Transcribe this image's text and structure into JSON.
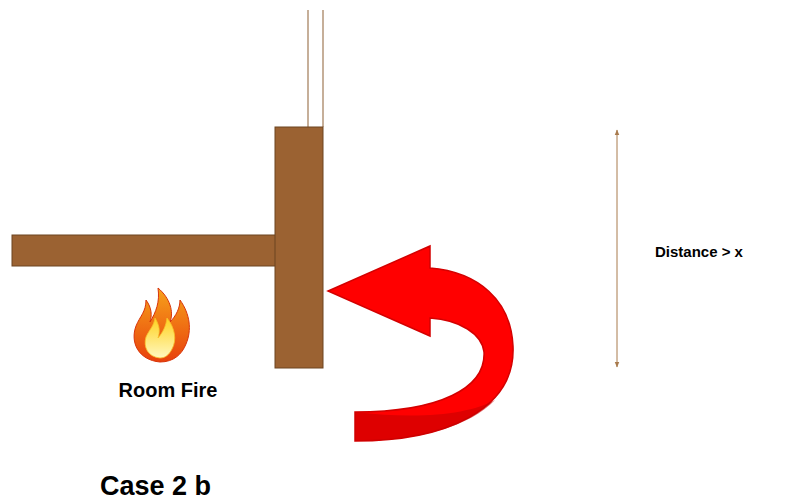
{
  "diagram": {
    "caption": "Case 2 b",
    "labels": [
      "Room Fire",
      "Distance > x"
    ]
  }
}
